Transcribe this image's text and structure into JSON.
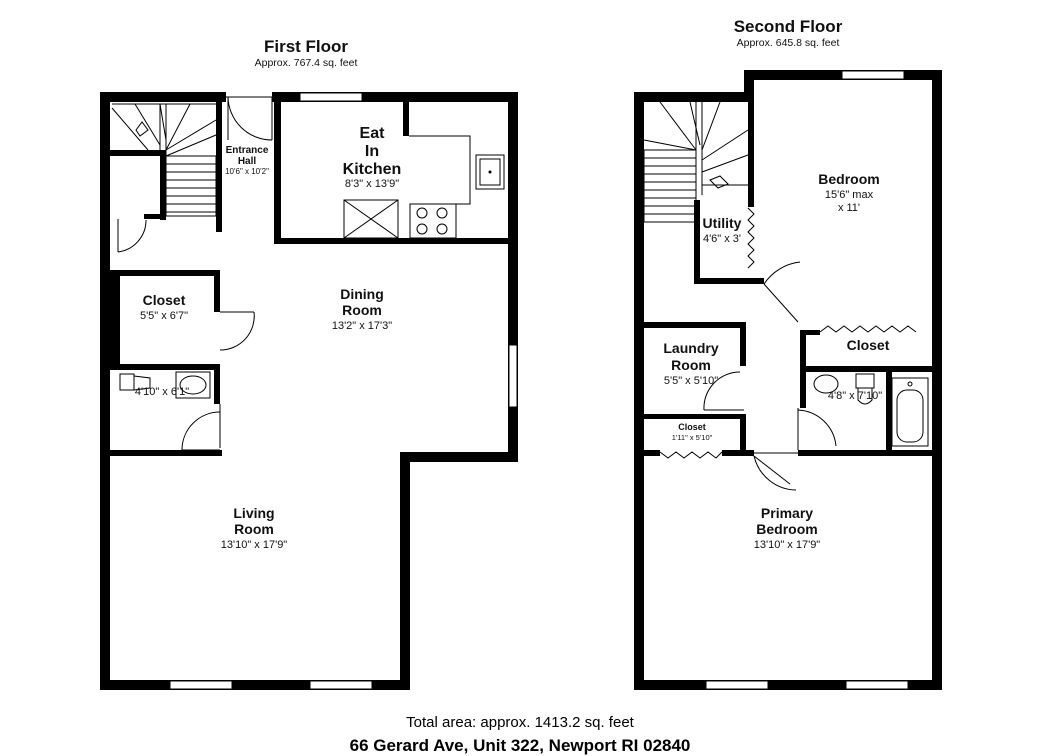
{
  "first_floor": {
    "title": "First Floor",
    "area": "Approx. 767.4 sq. feet",
    "rooms": {
      "entrance_hall": {
        "name_line1": "Entrance",
        "name_line2": "Hall",
        "dims": "10'6\" x 10'2\""
      },
      "kitchen": {
        "name_line1": "Eat",
        "name_line2": "In",
        "name_line3": "Kitchen",
        "dims": "8'3\" x 13'9\""
      },
      "dining": {
        "name_line1": "Dining",
        "name_line2": "Room",
        "dims": "13'2\" x 17'3\""
      },
      "closet": {
        "name": "Closet",
        "dims": "5'5\" x 6'7\""
      },
      "half_bath": {
        "dims": "4'10\" x 6'1\""
      },
      "living": {
        "name_line1": "Living",
        "name_line2": "Room",
        "dims": "13'10\" x 17'9\""
      }
    }
  },
  "second_floor": {
    "title": "Second Floor",
    "area": "Approx. 645.8 sq. feet",
    "rooms": {
      "bedroom": {
        "name": "Bedroom",
        "dims_line1": "15'6\" max",
        "dims_line2": "x 11'"
      },
      "utility": {
        "name": "Utility",
        "dims": "4'6\" x 3'"
      },
      "closet": {
        "name": "Closet"
      },
      "laundry": {
        "name_line1": "Laundry",
        "name_line2": "Room",
        "dims": "5'5\" x 5'10\""
      },
      "bath": {
        "dims": "4'8\" x 7'10\""
      },
      "small_closet": {
        "name": "Closet",
        "dims": "1'11\" x 5'10\""
      },
      "primary": {
        "name_line1": "Primary",
        "name_line2": "Bedroom",
        "dims": "13'10\" x 17'9\""
      }
    }
  },
  "footer": {
    "total_area": "Total area: approx. 1413.2 sq. feet",
    "address": "66 Gerard Ave, Unit 322, Newport RI 02840"
  }
}
